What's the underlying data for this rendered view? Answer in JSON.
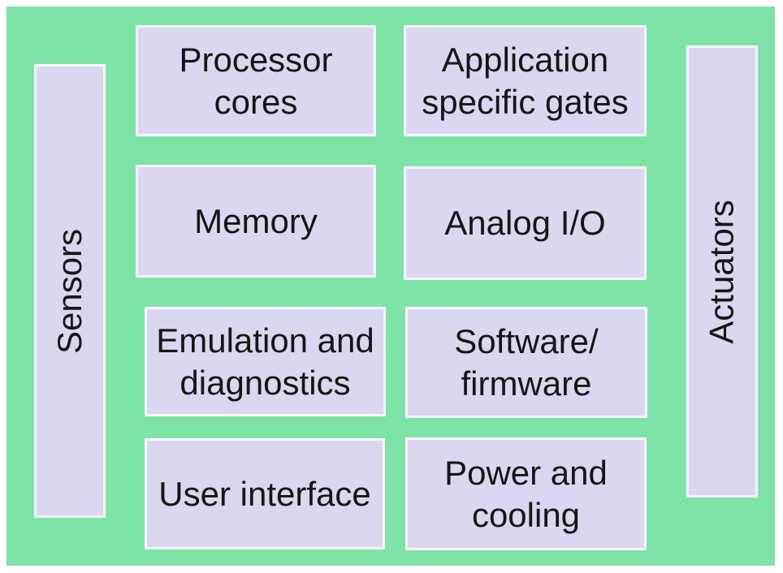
{
  "colors": {
    "panel_background": "#7ee3a6",
    "block_fill": "#dcd7f0",
    "block_border": "#f8f7fd",
    "text": "#161616",
    "page_margin": "#ffffff"
  },
  "sides": {
    "left": {
      "label": "Sensors"
    },
    "right": {
      "label": "Actuators"
    }
  },
  "blocks": [
    {
      "id": "processor-cores",
      "label": "Processor\ncores"
    },
    {
      "id": "application-specific-gates",
      "label": "Application\nspecific gates"
    },
    {
      "id": "memory",
      "label": "Memory"
    },
    {
      "id": "analog-io",
      "label": "Analog I/O"
    },
    {
      "id": "emulation-and-diagnostics",
      "label": "Emulation and\ndiagnostics"
    },
    {
      "id": "software-firmware",
      "label": "Software/\nfirmware"
    },
    {
      "id": "user-interface",
      "label": "User interface"
    },
    {
      "id": "power-and-cooling",
      "label": "Power and\ncooling"
    }
  ]
}
